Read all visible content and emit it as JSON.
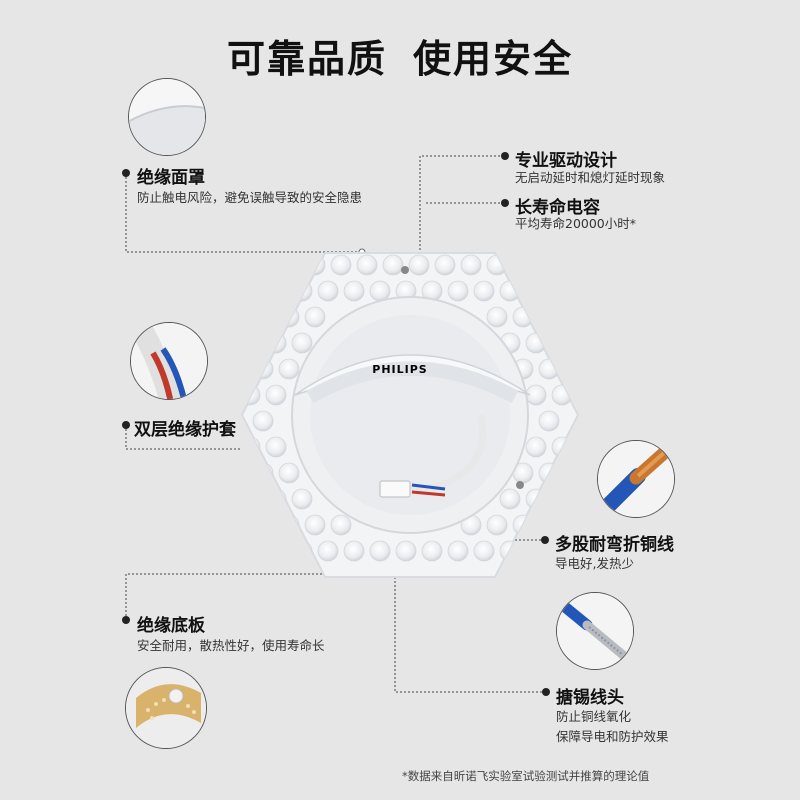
{
  "title": {
    "part1": "可靠品质",
    "part2": "使用安全"
  },
  "features": {
    "mask": {
      "title": "绝缘面罩",
      "desc": "防止触电风险，避免误触导致的安全隐患"
    },
    "driver": {
      "title": "专业驱动设计",
      "desc": "无启动延时和熄灯延时现象"
    },
    "capacitor": {
      "title": "长寿命电容",
      "desc": "平均寿命20000小时*"
    },
    "sleeve": {
      "title": "双层绝缘护套"
    },
    "copper": {
      "title": "多股耐弯折铜线",
      "desc": "导电好,发热少"
    },
    "base": {
      "title": "绝缘底板",
      "desc": "安全耐用，散热性好，使用寿命长"
    },
    "tin": {
      "title": "搪锡线头",
      "desc1": "防止铜线氧化",
      "desc2": "保障导电和防护效果"
    }
  },
  "product": {
    "brand": "PHILIPS"
  },
  "footnote": "*数据来自昕诺飞实验室试验测试并推算的理论值",
  "icons": [
    "mask-thumb",
    "wire-sleeve-thumb",
    "copper-wire-thumb",
    "tinned-wire-thumb",
    "base-board-thumb"
  ],
  "colors": {
    "background": "#e6e6e6",
    "wire_blue": "#2456b8",
    "wire_red": "#c0392b",
    "copper": "#c9772f"
  }
}
